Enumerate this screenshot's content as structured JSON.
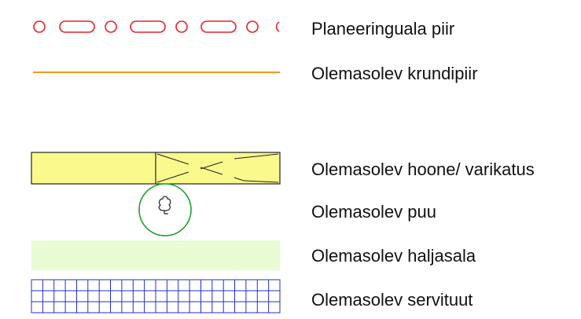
{
  "legend": {
    "items": [
      {
        "label": "Planeeringuala piir",
        "symbol": "planning-boundary",
        "color": "#e8202a"
      },
      {
        "label": "Olemasolev krundipiir",
        "symbol": "plot-boundary-line",
        "color": "#f08a00"
      },
      {
        "label": "Olemasolev hoone/ varikatus",
        "symbol": "building-canopy",
        "color": "#fafa8c"
      },
      {
        "label": "Olemasolev puu",
        "symbol": "tree-icon",
        "color": "#1aa32a"
      },
      {
        "label": "Olemasolev haljasala",
        "symbol": "green-area",
        "color": "#e8fbd2"
      },
      {
        "label": "Olemasolev servituut",
        "symbol": "servitude-grid",
        "color": "#1f2fd6"
      }
    ]
  }
}
